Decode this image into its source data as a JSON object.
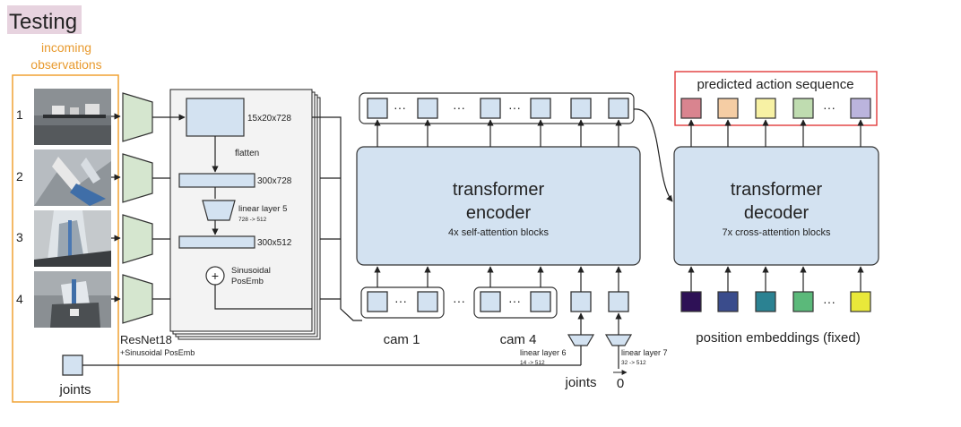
{
  "header": {
    "title": "Testing"
  },
  "inputs": {
    "caption": "incoming\nobservations",
    "camera_numbers": [
      "1",
      "2",
      "3",
      "4"
    ],
    "joints_label": "joints"
  },
  "backbone": {
    "name": "ResNet18",
    "sub": "+Sinusoidal PosEmb",
    "feature_shape": "15x20x728",
    "flatten_label": "flatten",
    "flat_shape": "300x728",
    "linear_label": "linear layer 5",
    "linear_dims": "728 -> 512",
    "proj_shape": "300x512",
    "posemb_label": "Sinusoidal\nPosEmb",
    "plus_symbol": "+"
  },
  "encoder": {
    "title_line1": "transformer",
    "title_line2": "encoder",
    "subtitle": "4x self-attention blocks",
    "ellipsis": "···"
  },
  "decoder": {
    "title_line1": "transformer",
    "title_line2": "decoder",
    "subtitle": "7x cross-attention blocks"
  },
  "inputs_bottom": {
    "cam1_label": "cam 1",
    "cam4_label": "cam 4",
    "linear6_label": "linear layer 6",
    "linear6_dims": "14 -> 512",
    "linear7_label": "linear layer 7",
    "linear7_dims": "32 -> 512",
    "joints_label": "joints",
    "zero_vector": "0"
  },
  "output": {
    "label": "predicted action sequence",
    "token_colors": [
      "#d9848f",
      "#f5cda4",
      "#f7f1a4",
      "#bfdcb0",
      "#bbb4dd"
    ]
  },
  "position_embeddings": {
    "label": "position embeddings (fixed)",
    "token_colors": [
      "#2e1156",
      "#3a4c8c",
      "#2b8292",
      "#5bb97a",
      "#e9e83a"
    ]
  },
  "colors": {
    "title_bg": "#e7d3df",
    "observation_border": "#f0a233",
    "observation_text": "#e89a2e",
    "resnet_fill": "#d5e6cf",
    "block_fill": "#d3e2f1",
    "output_border": "#e03a3a"
  }
}
